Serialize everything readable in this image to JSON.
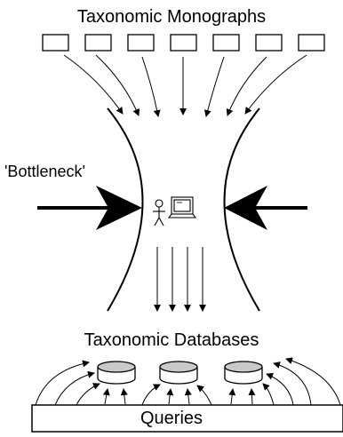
{
  "diagram": {
    "top_label": "Taxonomic Monographs",
    "bottleneck_label": "'Bottleneck'",
    "middle_label": "Taxonomic Databases",
    "bottom_label": "Queries",
    "monograph_count": 7,
    "database_count": 3,
    "colors": {
      "stroke": "#000000",
      "database_fill": "#c9c9c9",
      "background": "#ffffff"
    },
    "icons": [
      "person-icon",
      "computer-icon"
    ]
  }
}
